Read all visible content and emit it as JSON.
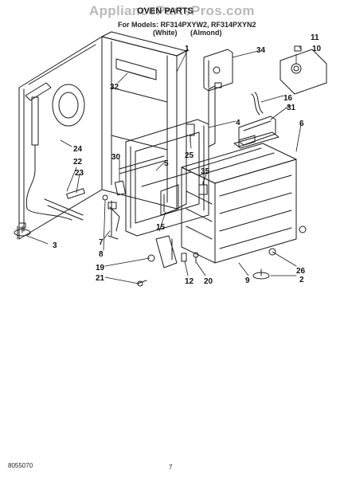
{
  "header": {
    "watermark": "AppliancePartsPros.com",
    "title": "OVEN PARTS",
    "models_line": "For Models: RF314PXYW2, RF314PXYN2",
    "color_notes": "(White) (Almond)"
  },
  "callouts": {
    "c1": "1",
    "c2": "2",
    "c3": "3",
    "c4": "4",
    "c5": "5",
    "c6": "6",
    "c7": "7",
    "c8": "8",
    "c9": "9",
    "c10": "10",
    "c11": "11",
    "c12": "12",
    "c15": "15",
    "c16": "16",
    "c19": "19",
    "c20": "20",
    "c21": "21",
    "c22": "22",
    "c23": "23",
    "c24": "24",
    "c25": "25",
    "c26": "26",
    "c30": "30",
    "c31": "31",
    "c32": "32",
    "c34": "34",
    "c35": "35"
  },
  "footer": {
    "doc_code": "8055070",
    "page_number": "7"
  }
}
